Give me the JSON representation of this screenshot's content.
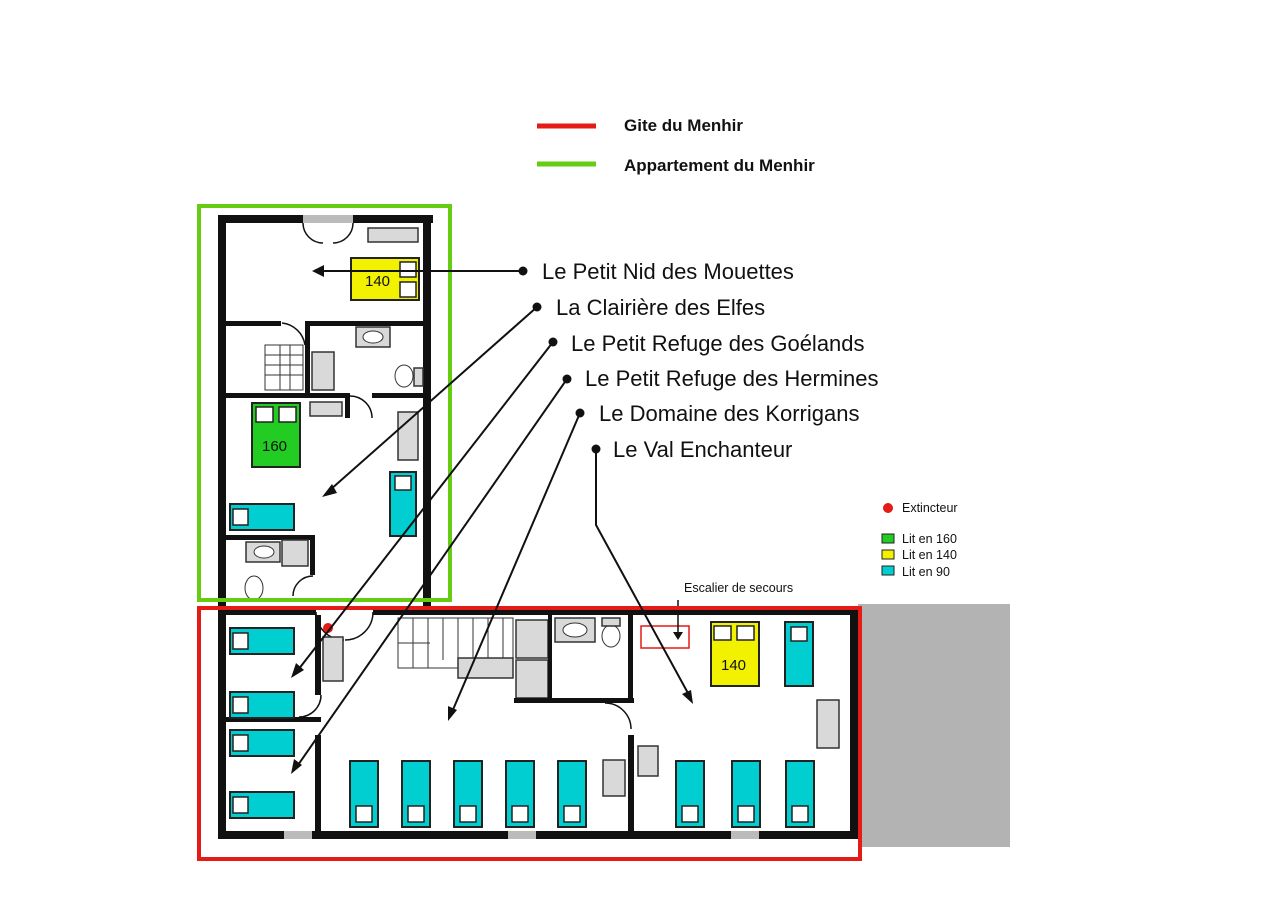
{
  "legend_top": [
    {
      "label": "Gite du Menhir",
      "color": "#e41b17"
    },
    {
      "label": "Appartement du Menhir",
      "color": "#66cc11"
    }
  ],
  "rooms": [
    "Le Petit Nid des Mouettes",
    "La Clairière des Elfes",
    "Le Petit Refuge des Goélands",
    "Le Petit Refuge des Hermines",
    "Le Domaine des Korrigans",
    "Le Val Enchanteur"
  ],
  "legend_side": {
    "extinguisher": {
      "label": "Extincteur",
      "color": "#e41b17"
    },
    "beds": [
      {
        "label": "Lit en 160",
        "color": "#22cc22"
      },
      {
        "label": "Lit en 140",
        "color": "#f2f200"
      },
      {
        "label": "Lit en 90",
        "color": "#00ced1"
      }
    ]
  },
  "annotations": {
    "emergency_stairs": "Escalier de secours"
  },
  "bed_labels": {
    "bed_140_top": "140",
    "bed_160": "160",
    "bed_140_bottom": "140"
  }
}
